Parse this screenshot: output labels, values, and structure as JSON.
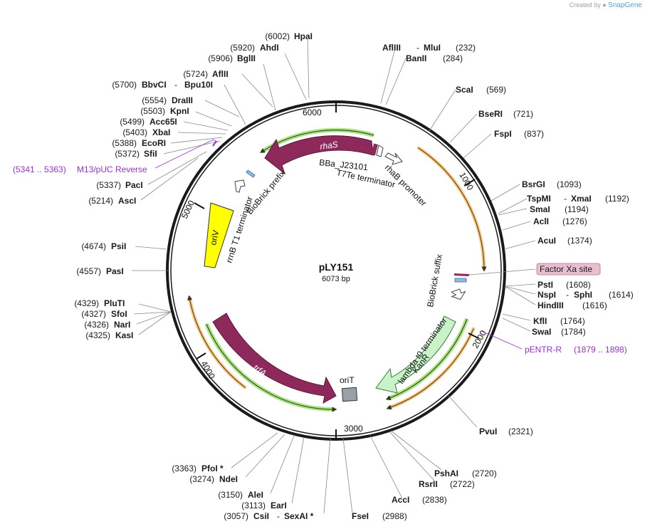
{
  "credit": {
    "prefix": "Created by",
    "brand": "SnapGene"
  },
  "plasmid": {
    "name": "pLY151",
    "size_label": "6073 bp"
  },
  "ticks": [
    "1000",
    "2000",
    "3000",
    "4000",
    "5000",
    "6000"
  ],
  "sites": [
    {
      "name": "HpaI",
      "pos": "(6002)"
    },
    {
      "name": "AhdI",
      "pos": "(5920)"
    },
    {
      "name": "BglII",
      "pos": "(5906)"
    },
    {
      "name": "AflII",
      "pos": "(5724)"
    },
    {
      "name": "BbvCI",
      "name2": "Bpu10I",
      "pos": "(5700)"
    },
    {
      "name": "DraIII",
      "pos": "(5554)"
    },
    {
      "name": "KpnI",
      "pos": "(5503)"
    },
    {
      "name": "Acc65I",
      "pos": "(5499)"
    },
    {
      "name": "XbaI",
      "pos": "(5403)"
    },
    {
      "name": "EcoRI",
      "pos": "(5388)"
    },
    {
      "name": "SfiI",
      "pos": "(5372)"
    },
    {
      "name": "PacI",
      "pos": "(5337)"
    },
    {
      "name": "AscI",
      "pos": "(5214)"
    },
    {
      "name": "PsiI",
      "pos": "(4674)"
    },
    {
      "name": "PasI",
      "pos": "(4557)"
    },
    {
      "name": "PluTI",
      "pos": "(4329)"
    },
    {
      "name": "SfoI",
      "pos": "(4327)"
    },
    {
      "name": "NarI",
      "pos": "(4326)"
    },
    {
      "name": "KasI",
      "pos": "(4325)"
    },
    {
      "name": "PfoI *",
      "pos": "(3363)"
    },
    {
      "name": "NdeI",
      "pos": "(3274)"
    },
    {
      "name": "AleI",
      "pos": "(3150)"
    },
    {
      "name": "EarI",
      "pos": "(3113)"
    },
    {
      "name": "CsiI",
      "name2": "SexAI *",
      "pos": "(3057)"
    },
    {
      "name": "FseI",
      "pos": "(2988)"
    },
    {
      "name": "AccI",
      "pos": "(2838)"
    },
    {
      "name": "RsrII",
      "pos": "(2722)"
    },
    {
      "name": "PshAI",
      "pos": "(2720)"
    },
    {
      "name": "PvuI",
      "pos": "(2321)"
    },
    {
      "name": "SwaI",
      "pos": "(1784)"
    },
    {
      "name": "KflI",
      "pos": "(1764)"
    },
    {
      "name": "HindIII",
      "pos": "(1616)"
    },
    {
      "name": "NspI",
      "name2": "SphI",
      "pos": "(1614)"
    },
    {
      "name": "PstI",
      "pos": "(1608)"
    },
    {
      "name": "AcuI",
      "pos": "(1374)"
    },
    {
      "name": "AclI",
      "pos": "(1276)"
    },
    {
      "name": "SmaI",
      "pos": "(1194)"
    },
    {
      "name": "TspMI",
      "name2": "XmaI",
      "pos": "(1192)"
    },
    {
      "name": "BsrGI",
      "pos": "(1093)"
    },
    {
      "name": "FspI",
      "pos": "(837)"
    },
    {
      "name": "BseRI",
      "pos": "(721)"
    },
    {
      "name": "ScaI",
      "pos": "(569)"
    },
    {
      "name": "BanII",
      "pos": "(284)"
    },
    {
      "name": "AflIII",
      "name2": "MluI",
      "pos": "(232)"
    }
  ],
  "primers": [
    {
      "name": "M13/pUC Reverse",
      "range": "(5341 .. 5363)"
    },
    {
      "name": "pENTR-R",
      "range": "(1879 .. 1898)"
    }
  ],
  "highlight": {
    "label": "Factor Xa site"
  },
  "features": {
    "rhaS": "rhaS",
    "bba": "BBa_J23101",
    "t7te": "T7Te terminator",
    "rhaB": "rhaB promoter",
    "biobrick_prefix": "BioBrick prefix",
    "rrnb": "rrnB T1 terminator",
    "oriV": "oriV",
    "biobrick_suffix": "BioBrick suffix",
    "lambda": "lambda t0 terminator",
    "kanR": "KanR",
    "trfA": "trfA",
    "oriT": "oriT"
  },
  "colors": {
    "backbone": "#1a1a1a",
    "cds": "#8e2a5b",
    "orange_track": "#f0a030",
    "green_track": "#7bcf3a",
    "kanR": "#c9f2c9",
    "oriV": "#ffff00",
    "oriT": "#9aa0a8",
    "primer": "#9a2fd1",
    "highlight_bg": "#e8bfd0"
  }
}
